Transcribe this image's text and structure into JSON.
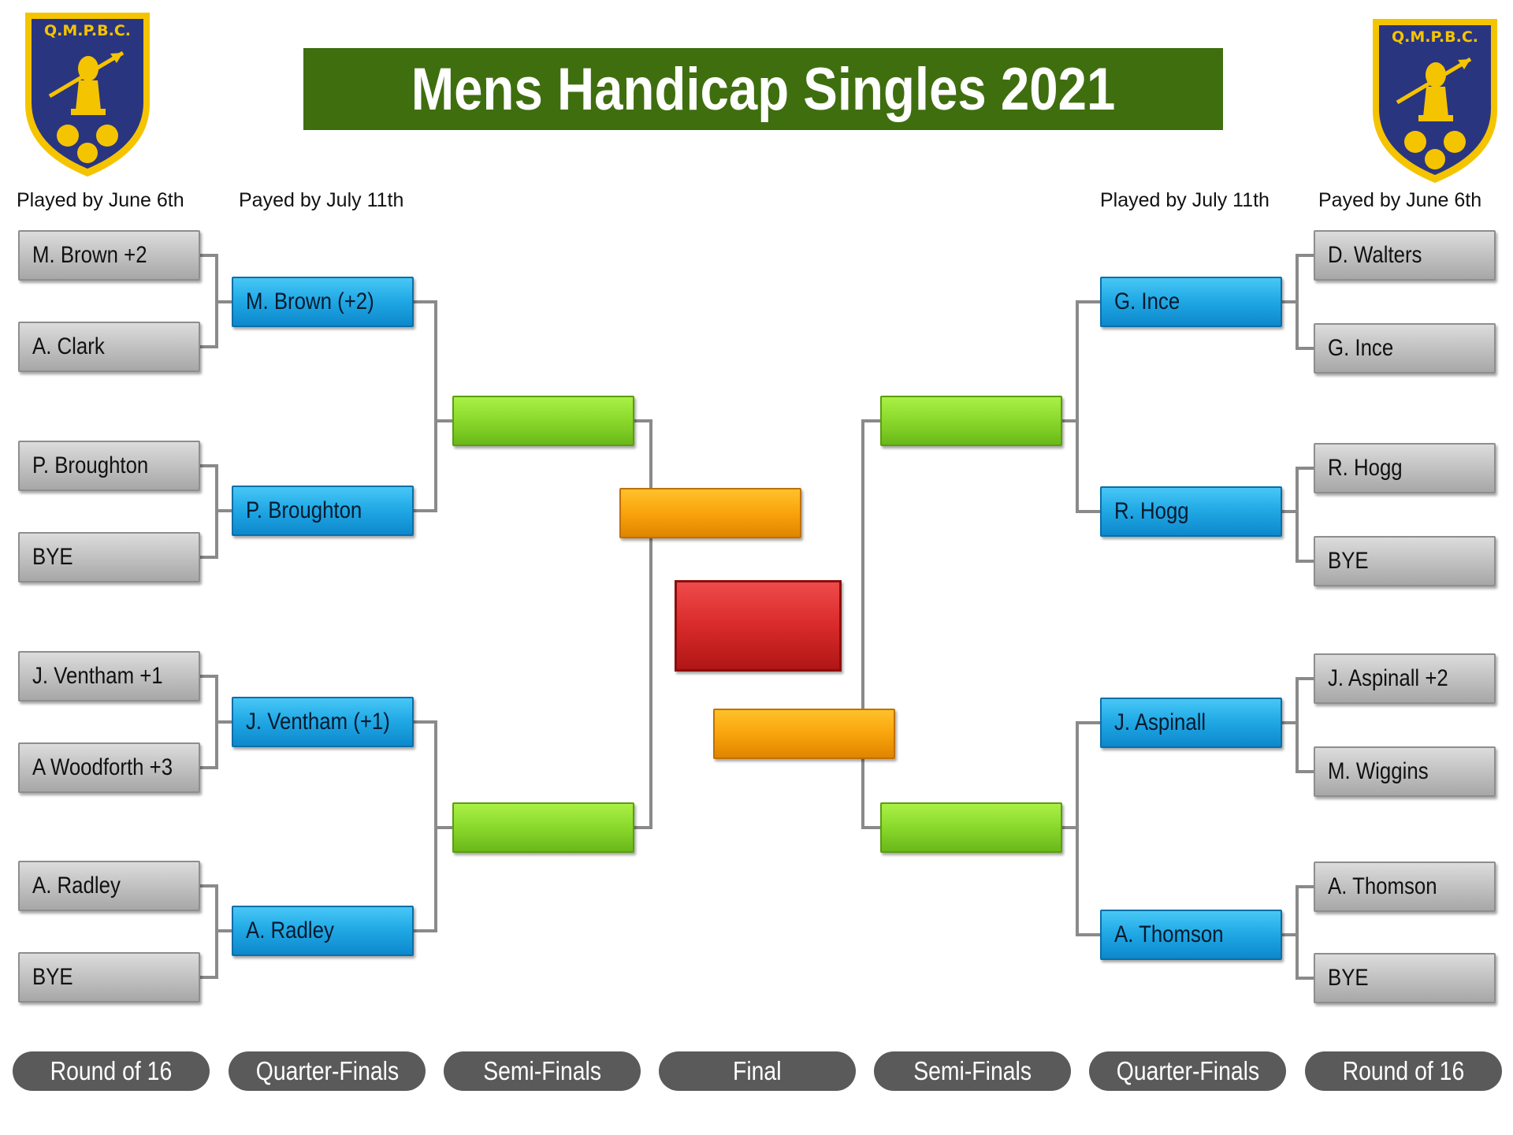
{
  "title": "Mens Handicap Singles 2021",
  "club_badge": {
    "text": "Q.M.P.B.C.",
    "colors": {
      "shield": "#2a3580",
      "gold": "#f5c400"
    }
  },
  "column_headers": {
    "left_r16": "Played by June 6th",
    "left_qf": "Payed by July 11th",
    "right_qf": "Played by July 11th",
    "right_r16": "Payed by June 6th"
  },
  "round_of_16_left": [
    "M. Brown +2",
    "A. Clark",
    "P. Broughton",
    "BYE",
    "J. Ventham +1",
    "A Woodforth +3",
    "A. Radley",
    "BYE"
  ],
  "quarter_finals_left": [
    "M. Brown (+2)",
    "P. Broughton",
    "J. Ventham (+1)",
    "A. Radley"
  ],
  "semi_finals_left": [
    "",
    ""
  ],
  "final_slots": [
    "",
    ""
  ],
  "champion": "",
  "semi_finals_right": [
    "",
    ""
  ],
  "quarter_finals_right": [
    "G. Ince",
    "R. Hogg",
    "J. Aspinall",
    "A. Thomson"
  ],
  "round_of_16_right": [
    "D. Walters",
    "G. Ince",
    "R. Hogg",
    "BYE",
    "J. Aspinall +2",
    "M. Wiggins",
    "A. Thomson",
    "BYE"
  ],
  "round_labels": [
    "Round of 16",
    "Quarter-Finals",
    "Semi-Finals",
    "Final",
    "Semi-Finals",
    "Quarter-Finals",
    "Round of 16"
  ],
  "colors": {
    "title_banner": "#3f6e0f",
    "round_of_16": "#b8b8b8",
    "quarter_final": "#1ea6e4",
    "semi_final": "#8ad82c",
    "final_slot": "#f9a40c",
    "champion": "#d92a2a",
    "round_label_pill": "#5a5a5a"
  }
}
